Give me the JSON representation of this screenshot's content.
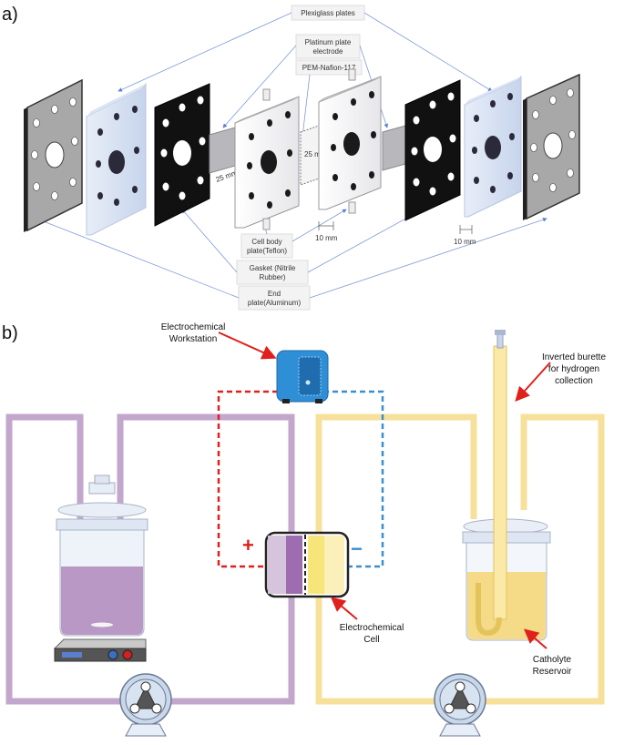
{
  "panel_a": {
    "label": "a)",
    "labels": {
      "plexiglass": "Plexiglass plates",
      "platinum_line1": "Platinum plate",
      "platinum_line2": "electrode",
      "pem": "PEM-Nafion-117",
      "cellbody_line1": "Cell body",
      "cellbody_line2": "plate(Teflon)",
      "gasket_line1": "Gasket (Nitrile",
      "gasket_line2": "Rubber)",
      "endplate_line1": "End",
      "endplate_line2": "plate(Aluminum)"
    },
    "dims": {
      "d25a": "25 mm",
      "d25b": "25 mm",
      "d10a": "10 mm",
      "d10b": "10 mm"
    }
  },
  "panel_b": {
    "label": "b)",
    "callouts": {
      "workstation_line1": "Electrochemical",
      "workstation_line2": "Workstation",
      "burette_line1": "Inverted burette",
      "burette_line2": "for hydrogen",
      "burette_line3": "collection",
      "cell_line1": "Electrochemical",
      "cell_line2": "Cell",
      "reservoir_line1": "Catholyte",
      "reservoir_line2": "Reservoir"
    },
    "polarity": {
      "plus": "+",
      "minus": "−"
    }
  },
  "colors": {
    "anolyte": "#b48ec0",
    "catholyte": "#f5d36a",
    "arrow": "#5b7fd0",
    "red": "#e0201c",
    "blue": "#3a8fd0"
  }
}
